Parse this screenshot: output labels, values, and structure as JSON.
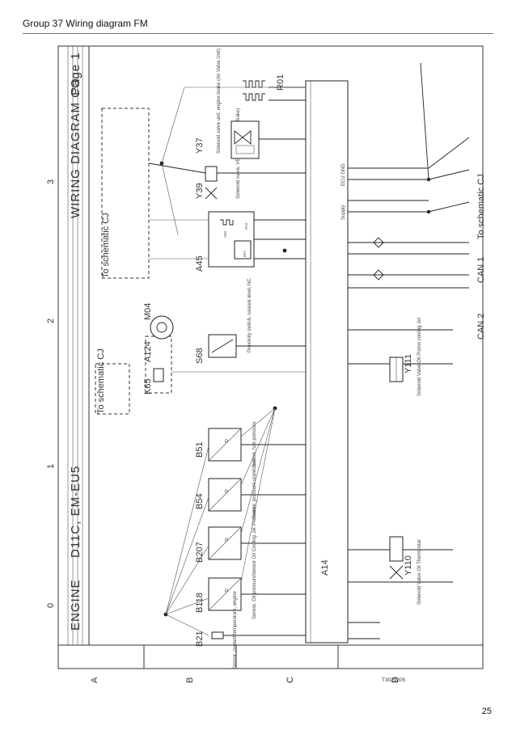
{
  "page": {
    "header": "Group 37 Wiring diagram FM",
    "page_number": "25",
    "doc_code": "T3029205"
  },
  "diagram": {
    "title": "WIRING DIAGRAM CO",
    "page_label": "Page 1",
    "engine_variant": "D11C, EM-EU5",
    "section": "ENGINE",
    "zones": [
      "0",
      "1",
      "2",
      "3"
    ],
    "rows": [
      "A",
      "B",
      "C",
      "D"
    ],
    "ecu": "A14",
    "components": [
      {
        "id": "B21",
        "desc": "Sensor, coolant temperature, engine"
      },
      {
        "id": "B118",
        "desc": "Sensor, Oil pressure"
      },
      {
        "id": "B207",
        "desc": "Sensor Oil Cooling Jet Pressure"
      },
      {
        "id": "B54",
        "desc": "Sensor, pressure crankcase"
      },
      {
        "id": "B51",
        "desc": "Sensor, fuel pressure"
      },
      {
        "id": "K65",
        "desc": ""
      },
      {
        "id": "A124",
        "desc": ""
      },
      {
        "id": "M04",
        "desc": ""
      },
      {
        "id": "S68",
        "desc": "Proximity switch, coolant level, NC"
      },
      {
        "id": "A45",
        "desc": ""
      },
      {
        "id": "B52",
        "desc": ""
      },
      {
        "id": "R10",
        "desc": ""
      },
      {
        "id": "V58",
        "desc": ""
      },
      {
        "id": "Y39",
        "desc": "Solenoid valve, VEB (Volvo Engine Brake)"
      },
      {
        "id": "Y37",
        "desc": "Solenoid valve unit, engine brake (Air Valve Unit)"
      },
      {
        "id": "R01",
        "desc": ""
      },
      {
        "id": "Y110",
        "desc": "Solenoid Valve Oil Thermostat"
      },
      {
        "id": "Y111",
        "desc": "Solenoid Valve Oil Piston cooling Jet"
      }
    ],
    "notes": {
      "schematic_left": "To schematic CJ",
      "schematic_top": "To schematic CJ",
      "schematic_right": "To schematic CJ",
      "can1": "CAN 1",
      "can2": "CAN 2",
      "ecu_gnd": "ECU GND",
      "supply": "Supply"
    }
  }
}
